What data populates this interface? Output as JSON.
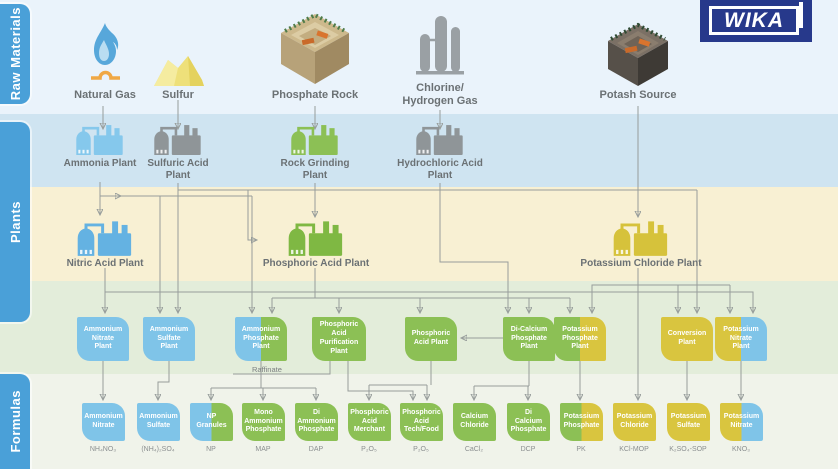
{
  "logo": {
    "text": "WIKA"
  },
  "sidebar": {
    "tabs": [
      {
        "label": "Raw Materials"
      },
      {
        "label": "Plants"
      },
      {
        "label": "Formulas"
      }
    ]
  },
  "raw_materials": {
    "items": [
      {
        "label": "Natural Gas",
        "icon": "flame-icon"
      },
      {
        "label": "Sulfur",
        "icon": "sulfur-pile-icon"
      },
      {
        "label": "Phosphate Rock",
        "icon": "phosphate-mine-icon"
      },
      {
        "label": "Chlorine/\nHydrogen Gas",
        "icon": "gas-columns-icon"
      },
      {
        "label": "Potash Source",
        "icon": "potash-mine-icon"
      }
    ]
  },
  "processing_plants": {
    "items": [
      {
        "label": "Ammonia Plant",
        "color": "blue"
      },
      {
        "label": "Sulfuric Acid\nPlant",
        "color": "gray"
      },
      {
        "label": "Rock Grinding\nPlant",
        "color": "green"
      },
      {
        "label": "Hydrochloric Acid\nPlant",
        "color": "gray"
      }
    ]
  },
  "main_plants": {
    "items": [
      {
        "label": "Nitric Acid Plant",
        "color": "blue"
      },
      {
        "label": "Phosphoric Acid Plant",
        "color": "green"
      },
      {
        "label": "Potassium Chloride Plant",
        "color": "yellow"
      }
    ]
  },
  "sub_plants": {
    "items": [
      {
        "label": "Ammonium\nNitrate\nPlant",
        "color": "blue"
      },
      {
        "label": "Ammonium\nSulfate\nPlant",
        "color": "blue"
      },
      {
        "label": "Ammonium\nPhosphate\nPlant",
        "color": "blue-green"
      },
      {
        "label": "Phosphoric\nAcid\nPurification\nPlant",
        "color": "green"
      },
      {
        "label": "Phosphoric\nAcid Plant",
        "color": "green"
      },
      {
        "label": "Di-Calcium\nPhosphate\nPlant",
        "color": "green"
      },
      {
        "label": "Potassium\nPhosphate\nPlant",
        "color": "green-yellow"
      },
      {
        "label": "Conversion\nPlant",
        "color": "yellow"
      },
      {
        "label": "Potassium\nNitrate\nPlant",
        "color": "yellow-blue"
      }
    ]
  },
  "products": {
    "items": [
      {
        "label": "Ammonium\nNitrate",
        "formula": "NH₄NO₃",
        "color": "blue"
      },
      {
        "label": "Ammonium\nSulfate",
        "formula": "(NH₄)₂SO₄",
        "color": "blue"
      },
      {
        "label": "NP\nGranules",
        "formula": "NP",
        "color": "blue-green"
      },
      {
        "label": "Mono\nAmmonium\nPhosphate",
        "formula": "MAP",
        "color": "green"
      },
      {
        "label": "Di\nAmmonium\nPhosphate",
        "formula": "DAP",
        "color": "green"
      },
      {
        "label": "Phosphoric\nAcid\nMerchant",
        "formula": "P₂O₅",
        "color": "green"
      },
      {
        "label": "Phosphoric\nAcid\nTech/Food",
        "formula": "P₂O₅",
        "color": "green"
      },
      {
        "label": "Calcium\nChloride",
        "formula": "CaCl₂",
        "color": "green"
      },
      {
        "label": "Di\nCalcium\nPhosphate",
        "formula": "DCP",
        "color": "green"
      },
      {
        "label": "Potassium\nPhosphate",
        "formula": "PK",
        "color": "green-yellow"
      },
      {
        "label": "Potassium\nChloride",
        "formula": "KCl-MOP",
        "color": "yellow"
      },
      {
        "label": "Potassium\nSulfate",
        "formula": "K₂SO₄-SOP",
        "color": "yellow"
      },
      {
        "label": "Potassium\nNitrate",
        "formula": "KNO₃",
        "color": "yellow-blue"
      }
    ]
  },
  "annotations": {
    "raffinate": "Raffinate"
  },
  "palette": {
    "blue": "#7fc4e8",
    "green": "#8cc055",
    "yellow": "#d9c53f",
    "gray": "#8f9598",
    "sidebar_blue": "#4aa0d8",
    "logo_blue": "#27398b",
    "line_gray": "#979d9b"
  }
}
